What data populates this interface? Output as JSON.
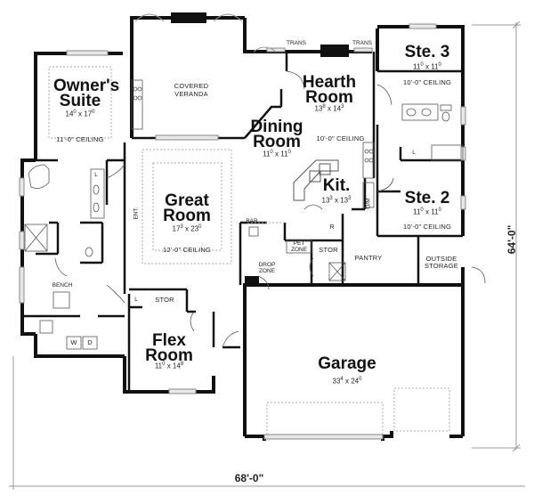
{
  "plan": {
    "overall_width": "68'-0\"",
    "overall_depth": "64'-0\""
  },
  "rooms": {
    "owners_suite": {
      "name_line1": "Owner's",
      "name_line2": "Suite",
      "dim_w": "14",
      "dim_w_in": "0",
      "dim_d": "17",
      "dim_d_in": "0",
      "ceiling": "11'-0\" CEILING"
    },
    "covered_veranda": {
      "line1": "COVERED",
      "line2": "VERANDA"
    },
    "hearth_room": {
      "name_line1": "Hearth",
      "name_line2": "Room",
      "dim_w": "13",
      "dim_w_in": "8",
      "dim_d": "14",
      "dim_d_in": "3"
    },
    "dining_room": {
      "name_line1": "Dining",
      "name_line2": "Room",
      "dim_w": "11",
      "dim_w_in": "0",
      "dim_d": "11",
      "dim_d_in": "0",
      "ceiling": "10'-0\" CEILING"
    },
    "suite_3": {
      "name": "Ste. 3",
      "dim_w": "11",
      "dim_w_in": "0",
      "dim_d": "11",
      "dim_d_in": "0",
      "ceiling": "10'-0\" CEILING"
    },
    "suite_2": {
      "name": "Ste. 2",
      "dim_w": "11",
      "dim_w_in": "0",
      "dim_d": "11",
      "dim_d_in": "0",
      "ceiling": "10'-0\" CEILING"
    },
    "great_room": {
      "name_line1": "Great",
      "name_line2": "Room",
      "dim_w": "17",
      "dim_w_in": "3",
      "dim_d": "23",
      "dim_d_in": "0",
      "ceiling": "12'-0\" CEILING"
    },
    "kitchen": {
      "name": "Kit.",
      "dim_w": "13",
      "dim_w_in": "3",
      "dim_d": "13",
      "dim_d_in": "3"
    },
    "flex_room": {
      "name_line1": "Flex",
      "name_line2": "Room",
      "dim_w": "11",
      "dim_w_in": "0",
      "dim_d": "14",
      "dim_d_in": "8"
    },
    "garage": {
      "name": "Garage",
      "dim_w": "33",
      "dim_w_in": "4",
      "dim_d": "24",
      "dim_d_in": "0"
    }
  },
  "labels": {
    "trans_left": "TRANS",
    "trans_right": "TRANS",
    "entry": "ENT.",
    "bar": "BAR",
    "refrigerator": "R",
    "pet_zone_1": "PET",
    "pet_zone_2": "ZONE",
    "stor_kitchen": "STOR",
    "drop_zone_1": "DROP",
    "drop_zone_2": "ZONE",
    "pantry": "PANTRY",
    "outside_storage_1": "OUTSIDE",
    "outside_storage_2": "STORAGE",
    "microwave_oven": "O/M",
    "bench": "BENCH",
    "linen_owner": "L",
    "linen_flex": "L",
    "linen_bath": "L",
    "stor_flex": "STOR",
    "washer": "W",
    "dryer": "D"
  }
}
